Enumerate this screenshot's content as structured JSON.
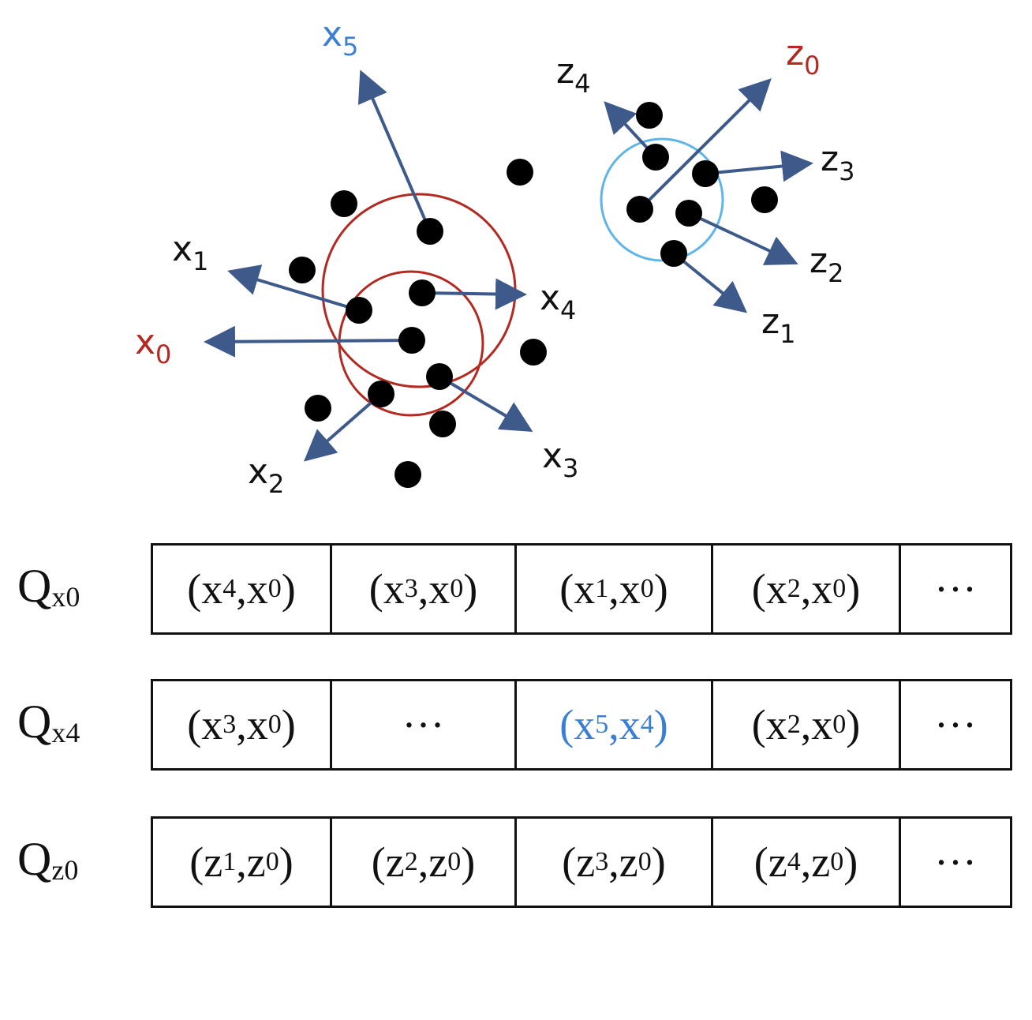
{
  "diagram": {
    "labels": {
      "x0": {
        "base": "x",
        "sub": "0",
        "color": "#b22a22"
      },
      "x1": {
        "base": "x",
        "sub": "1",
        "color": "#111111"
      },
      "x2": {
        "base": "x",
        "sub": "2",
        "color": "#111111"
      },
      "x3": {
        "base": "x",
        "sub": "3",
        "color": "#111111"
      },
      "x4": {
        "base": "x",
        "sub": "4",
        "color": "#111111"
      },
      "x5": {
        "base": "x",
        "sub": "5",
        "color": "#3b7fd4"
      },
      "z0": {
        "base": "z",
        "sub": "0",
        "color": "#b22a22"
      },
      "z1": {
        "base": "z",
        "sub": "1",
        "color": "#111111"
      },
      "z2": {
        "base": "z",
        "sub": "2",
        "color": "#111111"
      },
      "z3": {
        "base": "z",
        "sub": "3",
        "color": "#111111"
      },
      "z4": {
        "base": "z",
        "sub": "4",
        "color": "#111111"
      }
    },
    "colors": {
      "arrow": "#3d5a8a",
      "circle_x": "#b22a22",
      "circle_z": "#5fb4e8",
      "point": "#000000"
    }
  },
  "queues": [
    {
      "label": {
        "base": "Q",
        "sub": "x0"
      },
      "cells": [
        {
          "a": "x",
          "as": "4",
          "b": "x",
          "bs": "0",
          "highlight": false
        },
        {
          "a": "x",
          "as": "3",
          "b": "x",
          "bs": "0",
          "highlight": false
        },
        {
          "a": "x",
          "as": "1",
          "b": "x",
          "bs": "0",
          "highlight": false
        },
        {
          "a": "x",
          "as": "2",
          "b": "x",
          "bs": "0",
          "highlight": false
        },
        {
          "text": "···"
        }
      ]
    },
    {
      "label": {
        "base": "Q",
        "sub": "x4"
      },
      "cells": [
        {
          "a": "x",
          "as": "3",
          "b": "x",
          "bs": "0",
          "highlight": false
        },
        {
          "text": "···"
        },
        {
          "a": "x",
          "as": "5",
          "b": "x",
          "bs": "4",
          "highlight": true
        },
        {
          "a": "x",
          "as": "2",
          "b": "x",
          "bs": "0",
          "highlight": false
        },
        {
          "text": "···"
        }
      ]
    },
    {
      "label": {
        "base": "Q",
        "sub": "z0"
      },
      "cells": [
        {
          "a": "z",
          "as": "1",
          "b": "z",
          "bs": "0",
          "highlight": false
        },
        {
          "a": "z",
          "as": "2",
          "b": "z",
          "bs": "0",
          "highlight": false
        },
        {
          "a": "z",
          "as": "3",
          "b": "z",
          "bs": "0",
          "highlight": false
        },
        {
          "a": "z",
          "as": "4",
          "b": "z",
          "bs": "0",
          "highlight": false
        },
        {
          "text": "···"
        }
      ]
    }
  ],
  "highlight_color": "#3b7fd4"
}
